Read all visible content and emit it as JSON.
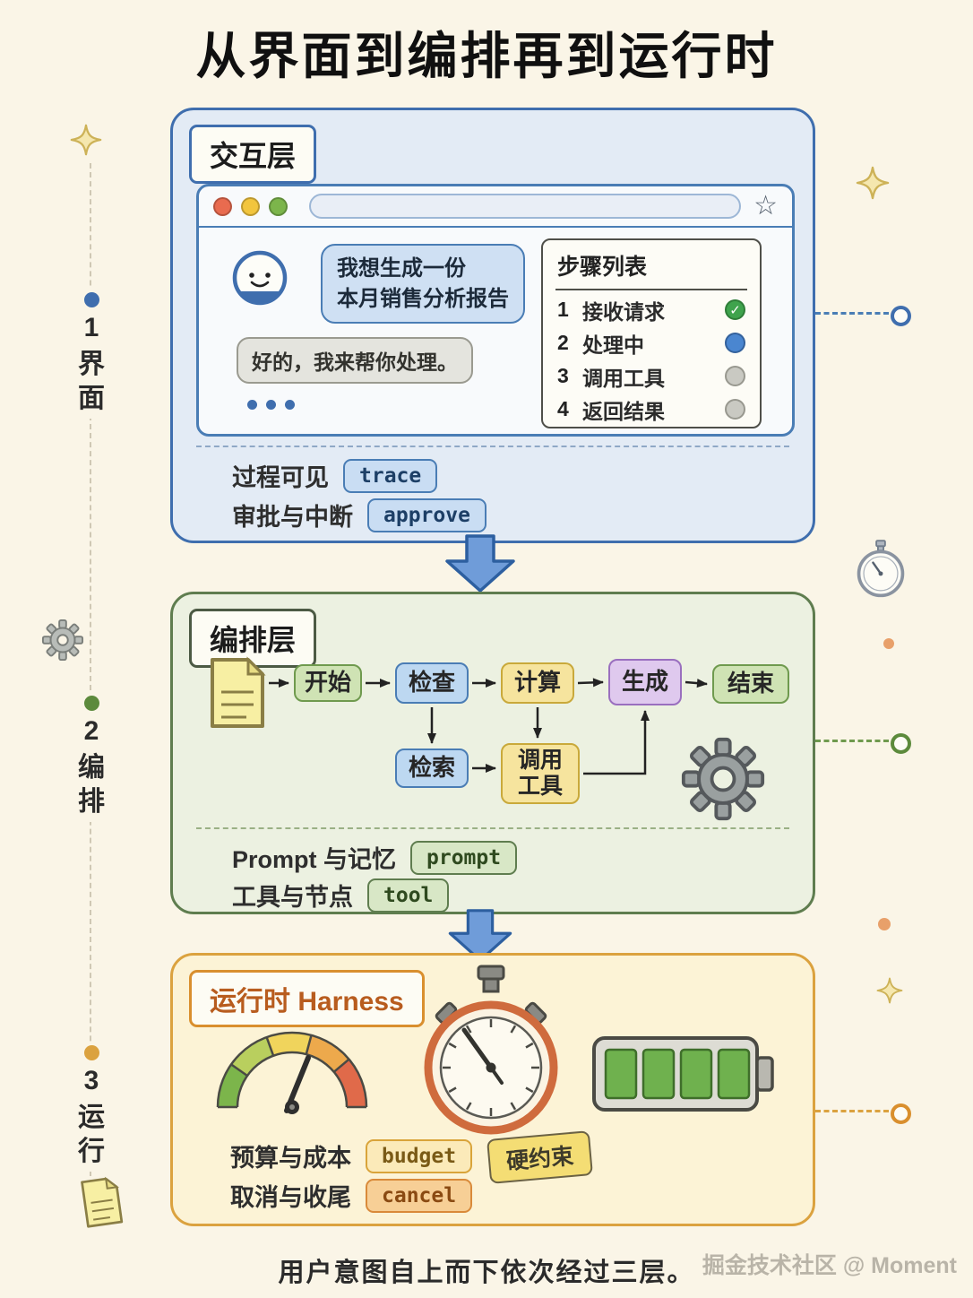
{
  "page": {
    "title": "从界面到编排再到运行时",
    "footer": "用户意图自上而下依次经过三层。",
    "credit": "掘金技术社区 @ Moment"
  },
  "rail": {
    "steps": [
      {
        "num": "1",
        "label": "界\n面",
        "color": "#3f6eae"
      },
      {
        "num": "2",
        "label": "编\n排",
        "color": "#5c8a3c"
      },
      {
        "num": "3",
        "label": "运\n行",
        "color": "#dba23f"
      }
    ]
  },
  "interaction": {
    "badge": "交互层",
    "accent": "#3f6eae",
    "chat": {
      "user_message": "我想生成一份\n本月销售分析报告",
      "bot_message": "好的，我来帮你处理。"
    },
    "steps_panel": {
      "title": "步骤列表",
      "items": [
        {
          "num": "1",
          "label": "接收请求",
          "status": "done"
        },
        {
          "num": "2",
          "label": "处理中",
          "status": "active"
        },
        {
          "num": "3",
          "label": "调用工具",
          "status": "pending"
        },
        {
          "num": "4",
          "label": "返回结果",
          "status": "pending"
        }
      ]
    },
    "features": [
      {
        "label": "过程可见",
        "tag": "trace"
      },
      {
        "label": "审批与中断",
        "tag": "approve"
      }
    ]
  },
  "orchestration": {
    "badge": "编排层",
    "accent": "#5c8a3c",
    "nodes": {
      "start": "开始",
      "check": "检查",
      "compute": "计算",
      "generate": "生成",
      "end": "结束",
      "retrieve": "检索",
      "call_tool": "调用\n工具"
    },
    "features": [
      {
        "label": "Prompt 与记忆",
        "tag": "prompt"
      },
      {
        "label": "工具与节点",
        "tag": "tool"
      }
    ]
  },
  "runtime": {
    "badge": "运行时 Harness",
    "accent": "#dba23f",
    "features": [
      {
        "label": "预算与成本",
        "tag": "budget"
      },
      {
        "label": "取消与收尾",
        "tag": "cancel"
      }
    ],
    "constraint_tag": "硬约束"
  },
  "icons": {
    "star": "☆",
    "check": "✓"
  }
}
